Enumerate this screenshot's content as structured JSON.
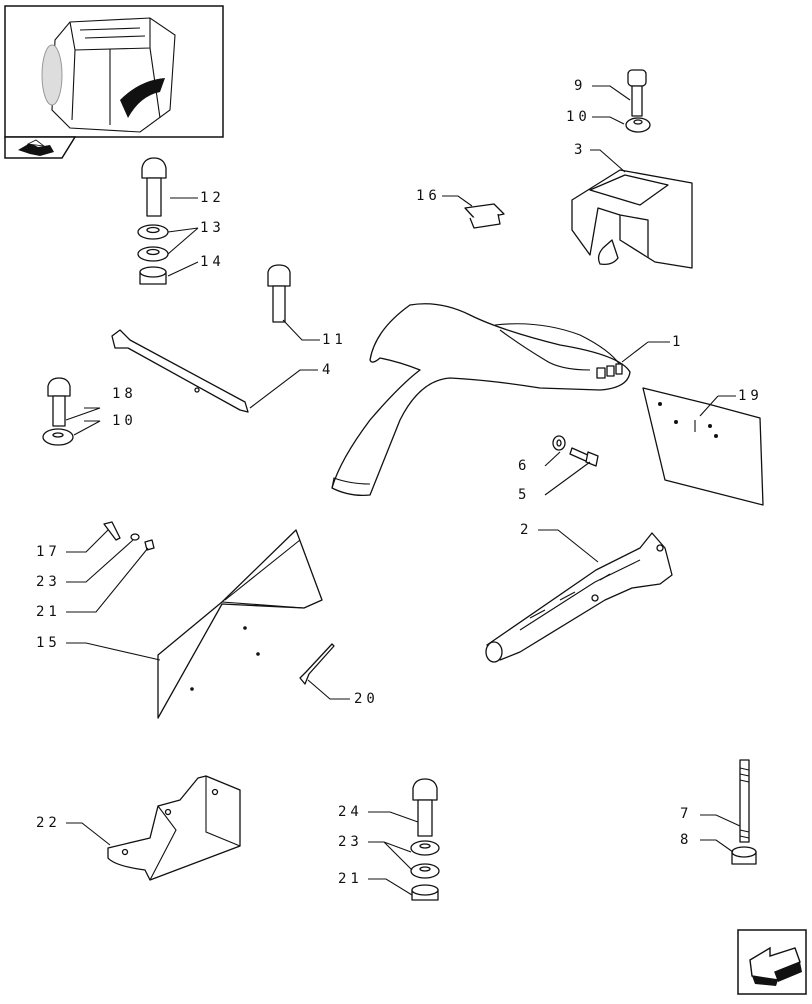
{
  "callouts": [
    {
      "id": "c1",
      "text": "1"
    },
    {
      "id": "c2",
      "text": "2"
    },
    {
      "id": "c3",
      "text": "3"
    },
    {
      "id": "c4",
      "text": "4"
    },
    {
      "id": "c5",
      "text": "5"
    },
    {
      "id": "c6",
      "text": "6"
    },
    {
      "id": "c7",
      "text": "7"
    },
    {
      "id": "c8",
      "text": "8"
    },
    {
      "id": "c9",
      "text": "9"
    },
    {
      "id": "c10a",
      "text": "10"
    },
    {
      "id": "c10b",
      "text": "10"
    },
    {
      "id": "c11",
      "text": "11"
    },
    {
      "id": "c12",
      "text": "12"
    },
    {
      "id": "c13",
      "text": "13"
    },
    {
      "id": "c14",
      "text": "14"
    },
    {
      "id": "c15",
      "text": "15"
    },
    {
      "id": "c16",
      "text": "16"
    },
    {
      "id": "c17",
      "text": "17"
    },
    {
      "id": "c18",
      "text": "18"
    },
    {
      "id": "c19",
      "text": "19"
    },
    {
      "id": "c20",
      "text": "20"
    },
    {
      "id": "c21a",
      "text": "21"
    },
    {
      "id": "c21b",
      "text": "21"
    },
    {
      "id": "c22",
      "text": "22"
    },
    {
      "id": "c23a",
      "text": "23"
    },
    {
      "id": "c23b",
      "text": "23"
    },
    {
      "id": "c24",
      "text": "24"
    }
  ],
  "icons": {
    "thumbnail": "tractor-cab-thumbnail-icon",
    "back": "back-arrow-icon",
    "next": "next-page-arrow-icon"
  }
}
